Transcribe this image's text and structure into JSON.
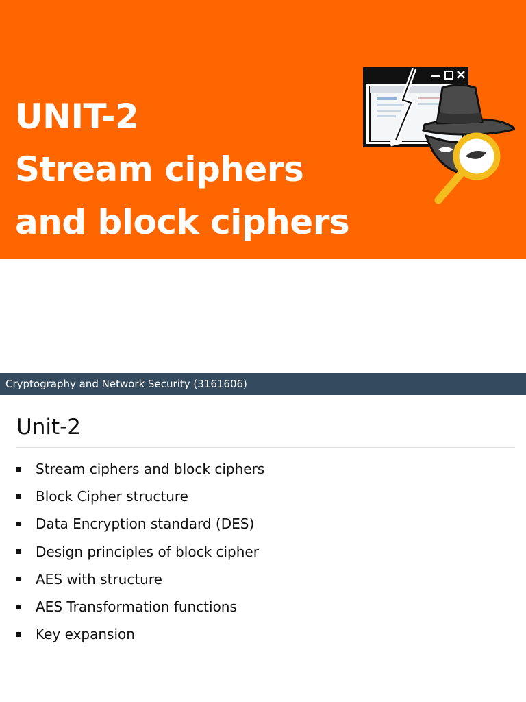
{
  "slide1": {
    "title_lines": [
      "UNIT-2",
      "Stream ciphers",
      "and block ciphers"
    ],
    "band_color": "#ff6600",
    "graphic_icon": "spy-magnifier-icon"
  },
  "slide2": {
    "footer": "Cryptography and Network Security (3161606)",
    "heading": "Unit-2",
    "bullets": [
      "Stream ciphers and block ciphers",
      "Block Cipher structure",
      "Data Encryption standard (DES)",
      "Design principles of block cipher",
      "AES with structure",
      "AES Transformation functions",
      "Key expansion"
    ],
    "footer_color": "#344a5f"
  }
}
